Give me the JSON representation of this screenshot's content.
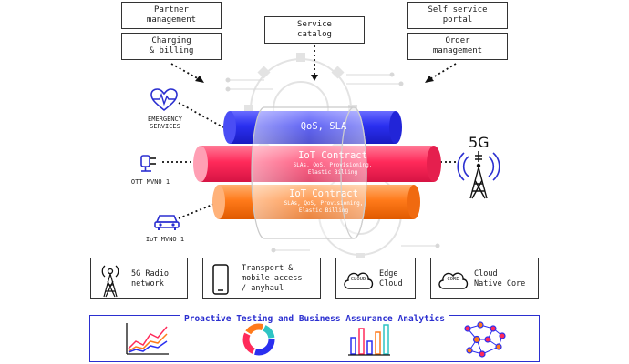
{
  "top_boxes": {
    "partner_management": "Partner\nmanagement",
    "charging_billing": "Charging\n& billing",
    "service_catalog": "Service\ncatalog",
    "self_service_portal": "Self service\nportal",
    "order_management": "Order\nmanagement"
  },
  "left_devices": {
    "emergency": "EMERGENCY\nSERVICES",
    "ott": "OTT MVNO 1",
    "iot": "IoT MVNO 1"
  },
  "tubes": {
    "blue": {
      "title": "QoS, SLA",
      "color": "#2a2ff0"
    },
    "red": {
      "title": "IoT Contract",
      "subtitle": "SLAs, QoS, Provisioning,\nElastic Billing",
      "color": "#ff2a5a"
    },
    "orange": {
      "title": "IoT Contract",
      "subtitle": "SLAs, QoS, Provisioning,\nElastic Billing",
      "color": "#ff7a1a"
    }
  },
  "right_label": "5G",
  "bottom_boxes": {
    "radio": {
      "label": "5G Radio\nnetwork"
    },
    "transport": {
      "label": "Transport &\nmobile access\n/ anyhaul"
    },
    "edge": {
      "label": "Edge\nCloud",
      "badge": "CLOUD"
    },
    "core": {
      "label": "Cloud\nNative Core",
      "badge": "CORE"
    }
  },
  "panel_title": "Proactive Testing and Business Assurance Analytics",
  "colors": {
    "accent": "#2b2fd0",
    "red": "#ff2a5a",
    "orange": "#ff7a1a",
    "blue": "#2a2ff0",
    "teal": "#2ec4c4"
  }
}
